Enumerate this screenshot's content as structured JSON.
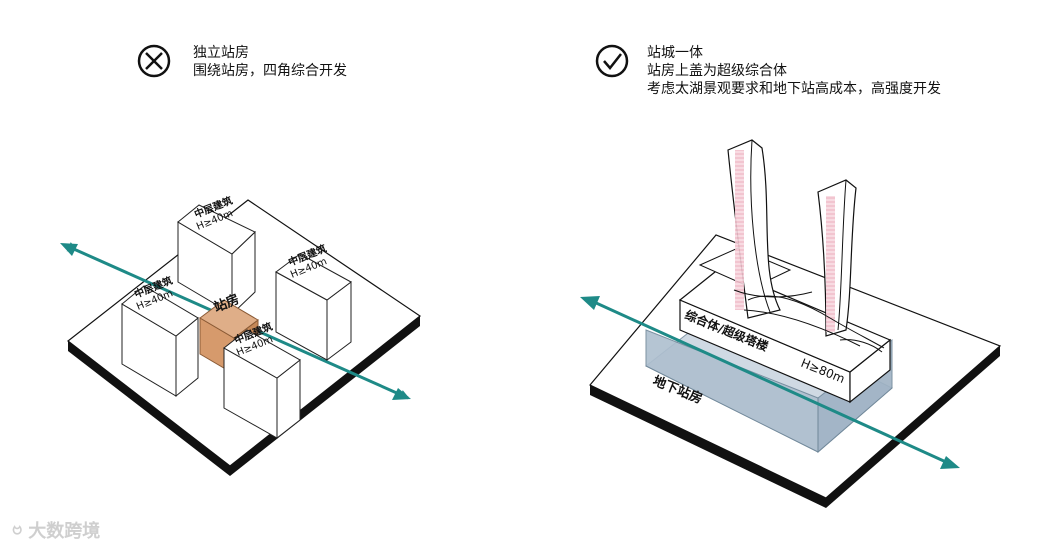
{
  "left_panel": {
    "status_icon": "cross-circle-icon",
    "title": "独立站房",
    "subtitle": "围绕站房，四角综合开发",
    "buildings": [
      {
        "name": "中层建筑",
        "height": "H≥40m"
      },
      {
        "name": "中层建筑",
        "height": "H≥40m"
      },
      {
        "name": "中层建筑",
        "height": "H≥40m"
      },
      {
        "name": "中层建筑",
        "height": "H≥40m"
      }
    ],
    "station_label": "站房"
  },
  "right_panel": {
    "status_icon": "check-circle-icon",
    "title": "站城一体",
    "subtitle": "站房上盖为超级综合体",
    "note": "考虑太湖景观要求和地下站高成本，高强度开发",
    "complex_label": "综合体/超级塔楼",
    "complex_height": "H≥80m",
    "underground_label": "地下站房"
  },
  "watermark": "大数跨境",
  "colors": {
    "axis_arrow": "#1e8a87",
    "station_fill": "#dfae88",
    "underground_fill": "#b9c8d6",
    "tower_pink": "#f2b8c6"
  }
}
